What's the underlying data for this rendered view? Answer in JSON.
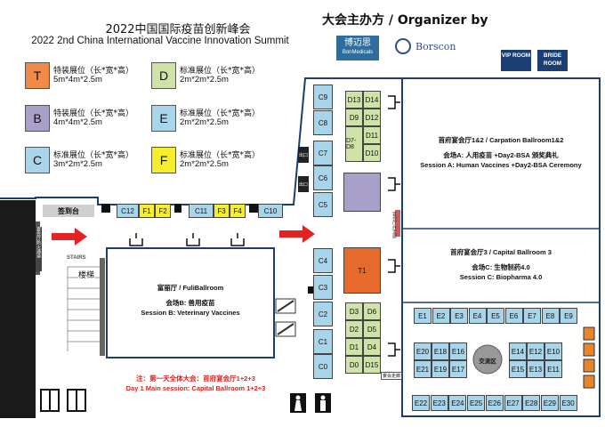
{
  "header": {
    "title_cn": "2022中国国际疫苗创新峰会",
    "title_en": "2022 2nd China International Vaccine Innovation Summit",
    "organizer_label": "大会主办方 / Organizer by",
    "logo_bonmedicals_cn": "博迈思",
    "logo_bonmedicals_en": "BonMedicals",
    "logo_borscon": "Borscon"
  },
  "legend": [
    {
      "code": "T",
      "name": "特装展位（长*宽*高）",
      "size": "5m*4m*2.5m",
      "color": "#f08a48"
    },
    {
      "code": "B",
      "name": "特装展位（长*宽*高）",
      "size": "4m*4m*2.5m",
      "color": "#a9a0c9"
    },
    {
      "code": "C",
      "name": "标准展位（长*宽*高）",
      "size": "3m*2m*2.5m",
      "color": "#a9d5ea"
    },
    {
      "code": "D",
      "name": "标准展位（长*宽*高）",
      "size": "2m*2m*2.5m",
      "color": "#cfe2a8"
    },
    {
      "code": "E",
      "name": "标准展位（长*宽*高）",
      "size": "2m*2m*2.5m",
      "color": "#a9d5ea"
    },
    {
      "code": "F",
      "name": "标准展位（长*宽*高）",
      "size": "2m*2m*2.5m",
      "color": "#f6ee2c"
    }
  ],
  "rooms": {
    "vip": "VIP ROOM",
    "bride": "BRIDE ROOM",
    "checkin": "签到台",
    "stairs_en": "STAIRS",
    "stairs_cn": "楼梯",
    "exchange": "交流区",
    "exit1": "出口",
    "exit2": "出口",
    "side_vert": "宴会厅防火通道",
    "side_vert2": "宴会厅外走廊",
    "corridor": "宴会走廊"
  },
  "halls": {
    "ballroom12_title": "首府宴会厅1&2 / Carpation Ballroom1&2",
    "ballroom12_session_cn": "会场A: 人用疫苗 +Day2-BSA 颁奖典礼",
    "ballroom12_session_en": "Session A: Human Vaccines +Day2-BSA Ceremony",
    "ballroom3_title": "首府宴会厅3 / Capital Ballroom 3",
    "ballroom3_session_cn": "会场C: 生物制药4.0",
    "ballroom3_session_en": "Session C: Biopharma 4.0",
    "fuli_title": "富丽厅 / FuliBallroom",
    "fuli_session_cn": "会场B: 兽用疫苗",
    "fuli_session_en": "Session B: Veterinary Vaccines",
    "note_cn": "注：第一天全体大会：首府宴会厅1+2+3",
    "note_en": "Day 1 Main session: Capital Ballroom 1+2+3"
  },
  "booths": {
    "c_column": [
      "C9",
      "C8",
      "C7",
      "C6",
      "C5",
      "C4",
      "C3",
      "C2",
      "C1",
      "C0"
    ],
    "top_row": [
      "C12",
      "F1",
      "F2",
      "C11",
      "F3",
      "F4",
      "C10"
    ],
    "d_upper": [
      "D13",
      "D14",
      "D9",
      "D12",
      "D7-D8",
      "D11",
      "D10"
    ],
    "d_lower": [
      "D3",
      "D6",
      "D2",
      "D5",
      "D1",
      "D4",
      "D0",
      "D15"
    ],
    "t1": "T1",
    "e_row1": [
      "E1",
      "E2",
      "E3",
      "E4",
      "E5",
      "E6",
      "E7",
      "E8",
      "E9"
    ],
    "e_left": [
      "E20",
      "E18",
      "E16",
      "E21",
      "E19",
      "E17"
    ],
    "e_right": [
      "E14",
      "E12",
      "E10",
      "E15",
      "E13",
      "E11"
    ],
    "e_bottom": [
      "E22",
      "E23",
      "E24",
      "E25",
      "E26",
      "E27",
      "E28",
      "E29",
      "E30"
    ]
  }
}
